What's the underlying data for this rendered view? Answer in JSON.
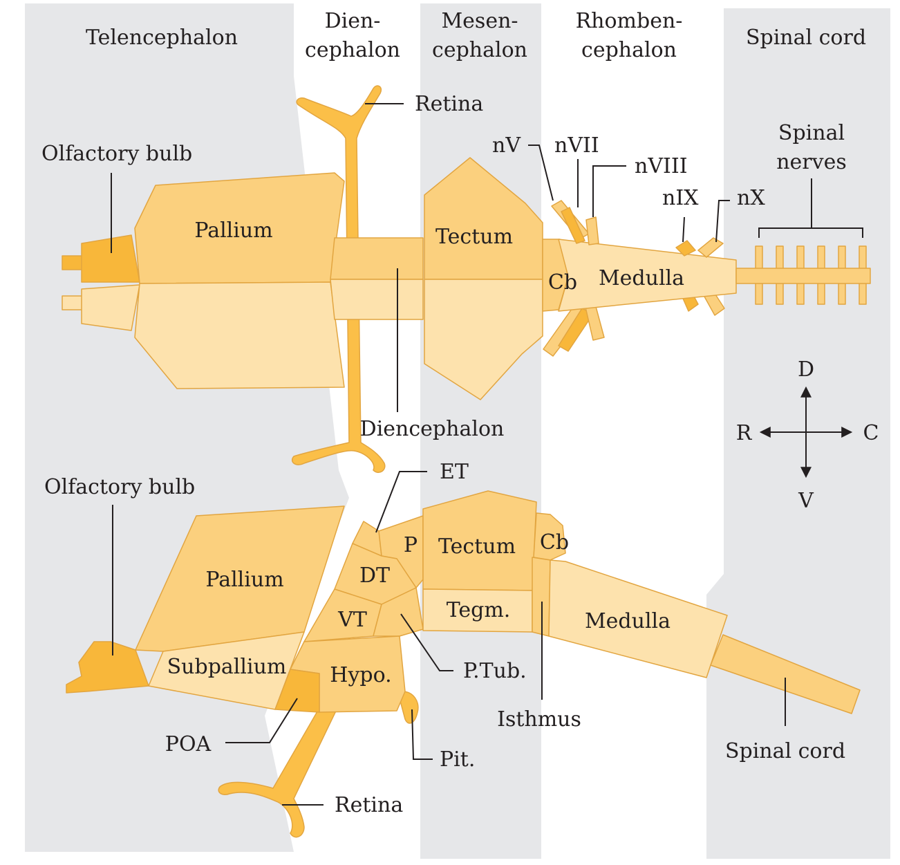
{
  "regions": {
    "telencephalon": "Telencephalon",
    "diencephalon_l1": "Dien-",
    "diencephalon_l2": "cephalon",
    "mesencephalon_l1": "Mesen-",
    "mesencephalon_l2": "cephalon",
    "rhombencephalon_l1": "Rhomben-",
    "rhombencephalon_l2": "cephalon",
    "spinal_cord": "Spinal cord"
  },
  "dorsal_view": {
    "retina": "Retina",
    "olfactory_bulb": "Olfactory bulb",
    "pallium": "Pallium",
    "tectum": "Tectum",
    "cb": "Cb",
    "medulla": "Medulla",
    "diencephalon": "Diencephalon",
    "nV": "nV",
    "nVII": "nVII",
    "nVIII": "nVIII",
    "nIX": "nIX",
    "nX": "nX",
    "spinal_nerves_l1": "Spinal",
    "spinal_nerves_l2": "nerves"
  },
  "compass": {
    "d": "D",
    "v": "V",
    "r": "R",
    "c": "C"
  },
  "lateral_view": {
    "olfactory_bulb": "Olfactory bulb",
    "pallium": "Pallium",
    "subpallium": "Subpallium",
    "et": "ET",
    "p": "P",
    "dt": "DT",
    "vt": "VT",
    "hypo": "Hypo.",
    "tectum": "Tectum",
    "tegm": "Tegm.",
    "cb": "Cb",
    "medulla": "Medulla",
    "ptub": "P.Tub.",
    "isthmus": "Isthmus",
    "poa": "POA",
    "pit": "Pit.",
    "retina": "Retina",
    "spinal_cord": "Spinal cord"
  },
  "colors": {
    "band": "#e6e7e9",
    "brain_mid": "#fbd07e",
    "brain_light": "#fde2ad",
    "brain_dark": "#f8b73a",
    "outline": "#e2a540",
    "text": "#231f20"
  }
}
